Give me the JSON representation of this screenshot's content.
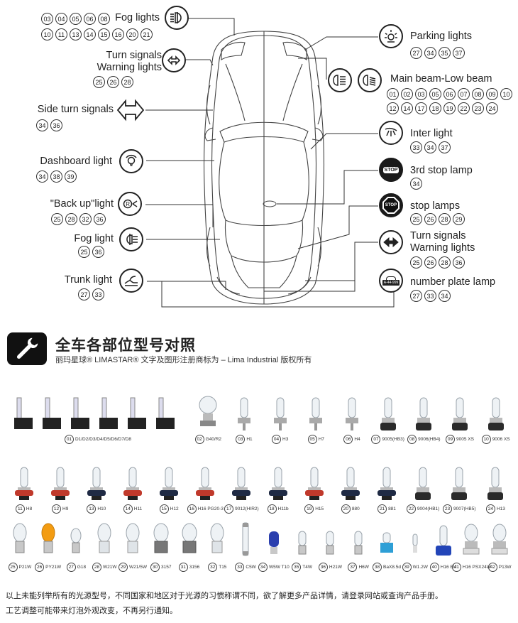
{
  "diagram": {
    "left": [
      {
        "id": "fog",
        "lines": [
          "Fog lights"
        ],
        "nums": [
          "03",
          "04",
          "05",
          "06",
          "08",
          "10",
          "11",
          "13",
          "14",
          "15",
          "16",
          "20",
          "21"
        ],
        "icon": "fog-light-icon"
      },
      {
        "id": "turn",
        "lines": [
          "Turn signals",
          "Warning lights"
        ],
        "nums": [
          "25",
          "26",
          "28"
        ],
        "icon": "hazard-arrows-icon"
      },
      {
        "id": "side",
        "lines": [
          "Side turn signals"
        ],
        "nums": [
          "34",
          "36"
        ],
        "icon": "side-turn-arrows-icon"
      },
      {
        "id": "dash",
        "lines": [
          "Dashboard light"
        ],
        "nums": [
          "34",
          "38",
          "39"
        ],
        "icon": "dashboard-bulb-icon"
      },
      {
        "id": "back",
        "lines": [
          "\"Back up\"light"
        ],
        "nums": [
          "25",
          "28",
          "32",
          "36"
        ],
        "icon": "reverse-light-icon"
      },
      {
        "id": "rfog",
        "lines": [
          "Fog light"
        ],
        "nums": [
          "25",
          "36"
        ],
        "icon": "rear-fog-icon"
      },
      {
        "id": "trunk",
        "lines": [
          "Trunk light"
        ],
        "nums": [
          "27",
          "33"
        ],
        "icon": "trunk-open-icon"
      }
    ],
    "right": [
      {
        "id": "park",
        "lines": [
          "Parking lights"
        ],
        "nums": [
          "27",
          "34",
          "35",
          "37"
        ],
        "icon": "parking-light-icon"
      },
      {
        "id": "main",
        "lines": [
          "Main beam-Low beam"
        ],
        "nums": [
          "01",
          "02",
          "03",
          "05",
          "06",
          "07",
          "08",
          "09",
          "10",
          "12",
          "14",
          "17",
          "18",
          "19",
          "22",
          "23",
          "24"
        ],
        "icon": "low-beam-icon"
      },
      {
        "id": "inter",
        "lines": [
          "Inter light"
        ],
        "nums": [
          "33",
          "34",
          "37"
        ],
        "icon": "interior-light-icon"
      },
      {
        "id": "stop3",
        "lines": [
          "3rd stop lamp"
        ],
        "nums": [
          "34"
        ],
        "icon": "stop-badge-icon",
        "badge": "STOP"
      },
      {
        "id": "stop",
        "lines": [
          "stop lamps"
        ],
        "nums": [
          "25",
          "26",
          "28",
          "29"
        ],
        "icon": "stop-octagon-icon",
        "badge": "STOP"
      },
      {
        "id": "rturn",
        "lines": [
          "Turn signals",
          "Warning lights"
        ],
        "nums": [
          "25",
          "26",
          "28",
          "36"
        ],
        "icon": "turn-arrows-icon"
      },
      {
        "id": "plate",
        "lines": [
          "number plate lamp"
        ],
        "nums": [
          "27",
          "33",
          "34"
        ],
        "icon": "number-plate-icon",
        "plate": "A-44-999"
      }
    ]
  },
  "header": {
    "title": "全车各部位型号对照",
    "subtitle": "丽玛星球® LIMASTAR® 文字及图形注册商标为 – Lima Industrial 版权所有"
  },
  "bulbs": [
    {
      "n": "01",
      "t": "D1/D2/D3/D4/D5/D6/D7/D8",
      "kind": "hid"
    },
    {
      "n": "02",
      "t": "G40/R2",
      "kind": "globe"
    },
    {
      "n": "03",
      "t": "H1",
      "kind": "h"
    },
    {
      "n": "04",
      "t": "H3",
      "kind": "h"
    },
    {
      "n": "05",
      "t": "H7",
      "kind": "h"
    },
    {
      "n": "06",
      "t": "H4",
      "kind": "h"
    },
    {
      "n": "07",
      "t": "9005(HB3)",
      "kind": "hb"
    },
    {
      "n": "08",
      "t": "9006(HB4)",
      "kind": "hb"
    },
    {
      "n": "09",
      "t": "9005 XS",
      "kind": "hb"
    },
    {
      "n": "10",
      "t": "9006 XS",
      "kind": "hb"
    },
    {
      "n": "11",
      "t": "H8",
      "kind": "hred"
    },
    {
      "n": "12",
      "t": "H9",
      "kind": "hred"
    },
    {
      "n": "13",
      "t": "H10",
      "kind": "hblk"
    },
    {
      "n": "14",
      "t": "H11",
      "kind": "hred"
    },
    {
      "n": "15",
      "t": "H12",
      "kind": "hblk"
    },
    {
      "n": "16",
      "t": "H16 PG20-3",
      "kind": "hred"
    },
    {
      "n": "17",
      "t": "9012(HIR2)",
      "kind": "hblk"
    },
    {
      "n": "18",
      "t": "H11b",
      "kind": "hblk"
    },
    {
      "n": "19",
      "t": "H15",
      "kind": "hred"
    },
    {
      "n": "20",
      "t": "880",
      "kind": "hblk"
    },
    {
      "n": "21",
      "t": "881",
      "kind": "hblk"
    },
    {
      "n": "22",
      "t": "9004(HB1)",
      "kind": "hb"
    },
    {
      "n": "23",
      "t": "9007(HB5)",
      "kind": "hb"
    },
    {
      "n": "24",
      "t": "H13",
      "kind": "hb"
    },
    {
      "n": "25",
      "t": "P21W",
      "kind": "sig"
    },
    {
      "n": "26",
      "t": "PY21W",
      "kind": "amber"
    },
    {
      "n": "27",
      "t": "G18",
      "kind": "small"
    },
    {
      "n": "28",
      "t": "W21W",
      "kind": "wedge"
    },
    {
      "n": "29",
      "t": "W21/5W",
      "kind": "wedge"
    },
    {
      "n": "30",
      "t": "3157",
      "kind": "wedgeg"
    },
    {
      "n": "31",
      "t": "3156",
      "kind": "wedgeg"
    },
    {
      "n": "32",
      "t": "T15",
      "kind": "wedge"
    },
    {
      "n": "33",
      "t": "C5W",
      "kind": "fest"
    },
    {
      "n": "34",
      "t": "W5W T10",
      "kind": "blue"
    },
    {
      "n": "35",
      "t": "T4W",
      "kind": "mini"
    },
    {
      "n": "36",
      "t": "H21W",
      "kind": "mini"
    },
    {
      "n": "37",
      "t": "H6W",
      "kind": "mini"
    },
    {
      "n": "38",
      "t": "BaX8.5d",
      "kind": "bax"
    },
    {
      "n": "39",
      "t": "W1.2W",
      "kind": "tiny"
    },
    {
      "n": "40",
      "t": "H16 EU",
      "kind": "bluesock"
    },
    {
      "n": "41",
      "t": "H16 PSX24W",
      "kind": "psx"
    },
    {
      "n": "42",
      "t": "P13W",
      "kind": "psx"
    }
  ],
  "footer": [
    "以上未能列举所有的光源型号，不同国家和地区对于光源的习惯称谓不同，欲了解更多产品详情，请登录网站或查询产品手册。",
    "工艺调整可能带来灯泡外观改变，不再另行通知。"
  ]
}
